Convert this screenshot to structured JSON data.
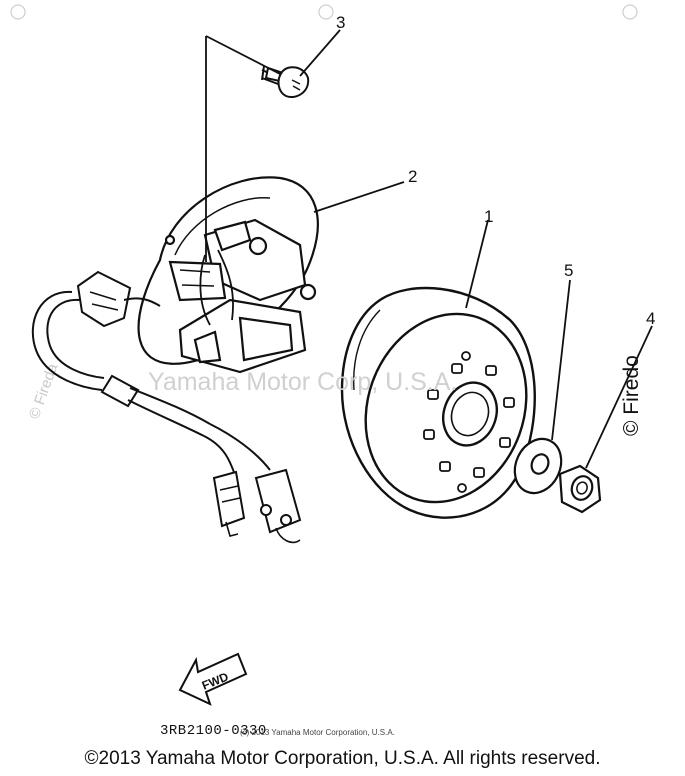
{
  "callouts": {
    "c1": "1",
    "c2": "2",
    "c3": "3",
    "c4": "4",
    "c5": "5"
  },
  "watermark": {
    "center": "Yamaha Motor Corp, U.S.A.",
    "side": "© Firedo",
    "site": "© Fireda"
  },
  "forward_label": "FWD",
  "part_code": "3RB2100-0330",
  "small_copyright": "(c) 2013 Yamaha Motor Corporation, U.S.A.",
  "copyright": "©2013 Yamaha Motor Corporation, U.S.A. All rights reserved."
}
